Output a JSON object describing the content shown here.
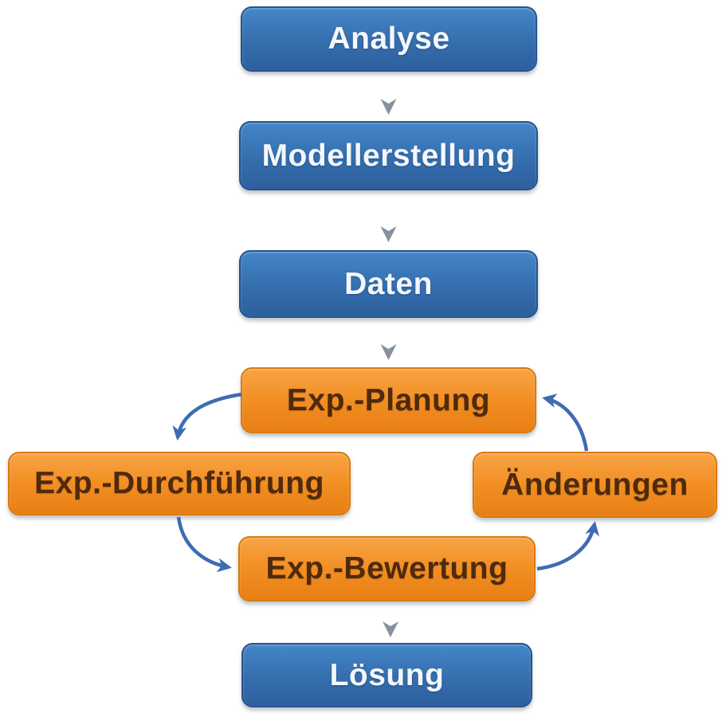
{
  "diagram": {
    "background": "#ffffff",
    "colors": {
      "background": "#ffffff",
      "blue_box_top": "#4486c9",
      "blue_box_mid": "#356ead",
      "blue_box_bottom": "#2d5f9e",
      "blue_box_border": "#26538c",
      "blue_text": "#f3f7fc",
      "orange_box_top": "#f8a345",
      "orange_box_mid": "#f18d20",
      "orange_box_bottom": "#e87f15",
      "orange_box_border": "#d97a12",
      "orange_text": "#4f2a0c",
      "straight_arrow_shaft": "#6d8cb6",
      "straight_arrow_head": "#8691a0",
      "curved_arrow": "#3e6cb2"
    },
    "nodes": [
      {
        "id": "analyse",
        "label": "Analyse",
        "type": "blue"
      },
      {
        "id": "modellerstellung",
        "label": "Modellerstellung",
        "type": "blue"
      },
      {
        "id": "daten",
        "label": "Daten",
        "type": "blue"
      },
      {
        "id": "exp-planung",
        "label": "Exp.-Planung",
        "type": "orange"
      },
      {
        "id": "exp-durchfuehrung",
        "label": "Exp.-Durchführung",
        "type": "orange"
      },
      {
        "id": "aenderungen",
        "label": "Änderungen",
        "type": "orange"
      },
      {
        "id": "exp-bewertung",
        "label": "Exp.-Bewertung",
        "type": "orange"
      },
      {
        "id": "loesung",
        "label": "Lösung",
        "type": "blue"
      }
    ],
    "edges": [
      {
        "from": "analyse",
        "to": "modellerstellung",
        "style": "straight-down"
      },
      {
        "from": "modellerstellung",
        "to": "daten",
        "style": "straight-down"
      },
      {
        "from": "daten",
        "to": "exp-planung",
        "style": "straight-down"
      },
      {
        "from": "exp-planung",
        "to": "exp-durchfuehrung",
        "style": "curved-left-down"
      },
      {
        "from": "exp-durchfuehrung",
        "to": "exp-bewertung",
        "style": "curved-left-down"
      },
      {
        "from": "exp-bewertung",
        "to": "aenderungen",
        "style": "curved-right-up"
      },
      {
        "from": "aenderungen",
        "to": "exp-planung",
        "style": "curved-right-up"
      },
      {
        "from": "exp-bewertung",
        "to": "loesung",
        "style": "straight-down"
      }
    ]
  }
}
